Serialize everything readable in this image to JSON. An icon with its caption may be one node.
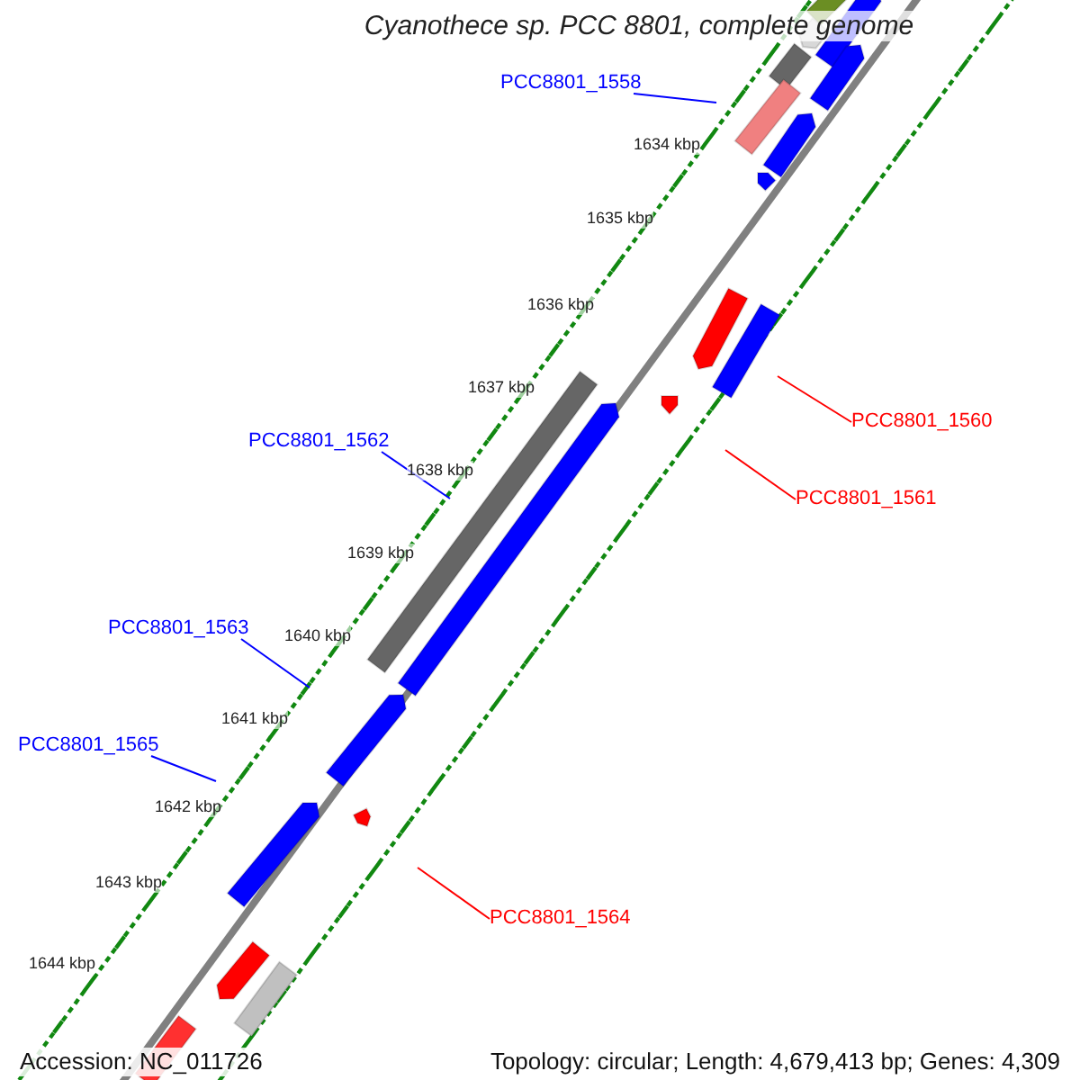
{
  "diagram": {
    "title": "Cyanothece sp. PCC 8801, complete genome",
    "nodes": [
      {
        "text": [
          "PCC8801_1558"
        ]
      },
      {
        "text": [
          "PCC8801_1562"
        ]
      },
      {
        "text": [
          "PCC8801_1563"
        ]
      },
      {
        "text": [
          "PCC8801_1565"
        ]
      },
      {
        "text": [
          "PCC8801_1560"
        ]
      },
      {
        "text": [
          "PCC8801_1561"
        ]
      },
      {
        "text": [
          "PCC8801_1564"
        ]
      }
    ],
    "edges": [
      {
        "from": 0,
        "to": null,
        "arrow": "none"
      },
      {
        "from": 1,
        "to": null,
        "arrow": "none"
      },
      {
        "from": 2,
        "to": null,
        "arrow": "none"
      },
      {
        "from": 3,
        "to": null,
        "arrow": "none"
      },
      {
        "from": 4,
        "to": null,
        "arrow": "none",
        "color": "#ff0000"
      },
      {
        "from": 5,
        "to": null,
        "arrow": "none",
        "color": "#ff0000"
      },
      {
        "from": 6,
        "to": null,
        "arrow": "none",
        "color": "#ff0000"
      }
    ],
    "labels": [
      "1634 kbp",
      "1635 kbp",
      "1636 kbp",
      "1637 kbp",
      "1638 kbp",
      "1639 kbp",
      "1640 kbp",
      "1641 kbp",
      "1642 kbp",
      "1643 kbp",
      "1644 kbp",
      "Accession: NC_011726",
      "Topology: circular; Length: 4,679,413 bp; Genes: 4,309"
    ]
  }
}
